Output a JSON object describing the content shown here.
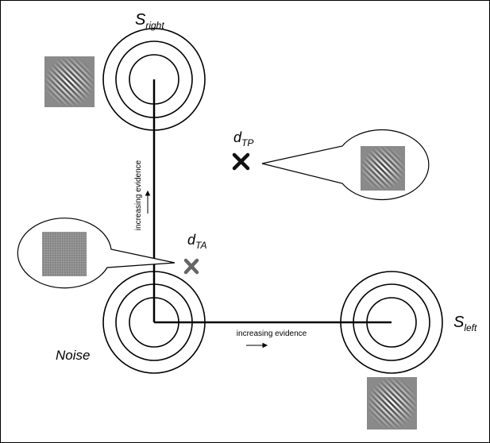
{
  "labels": {
    "s_right": {
      "main": "S",
      "sub": "right"
    },
    "s_left": {
      "main": "S",
      "sub": "left"
    },
    "noise": "Noise",
    "d_tp": {
      "main": "d",
      "sub": "TP"
    },
    "d_ta": {
      "main": "d",
      "sub": "TA"
    },
    "evidence_vertical": "increasing evidence",
    "evidence_horizontal": "increasing evidence"
  },
  "icons": {
    "marker_tp": "cross-icon",
    "marker_ta": "cross-icon",
    "patch_right": "grating-patch-icon",
    "patch_left": "grating-patch-icon",
    "patch_noise": "noise-patch-icon"
  },
  "colors": {
    "marker_tp": "#111111",
    "marker_ta": "#666666",
    "patch_background": "#8a8a8a"
  }
}
